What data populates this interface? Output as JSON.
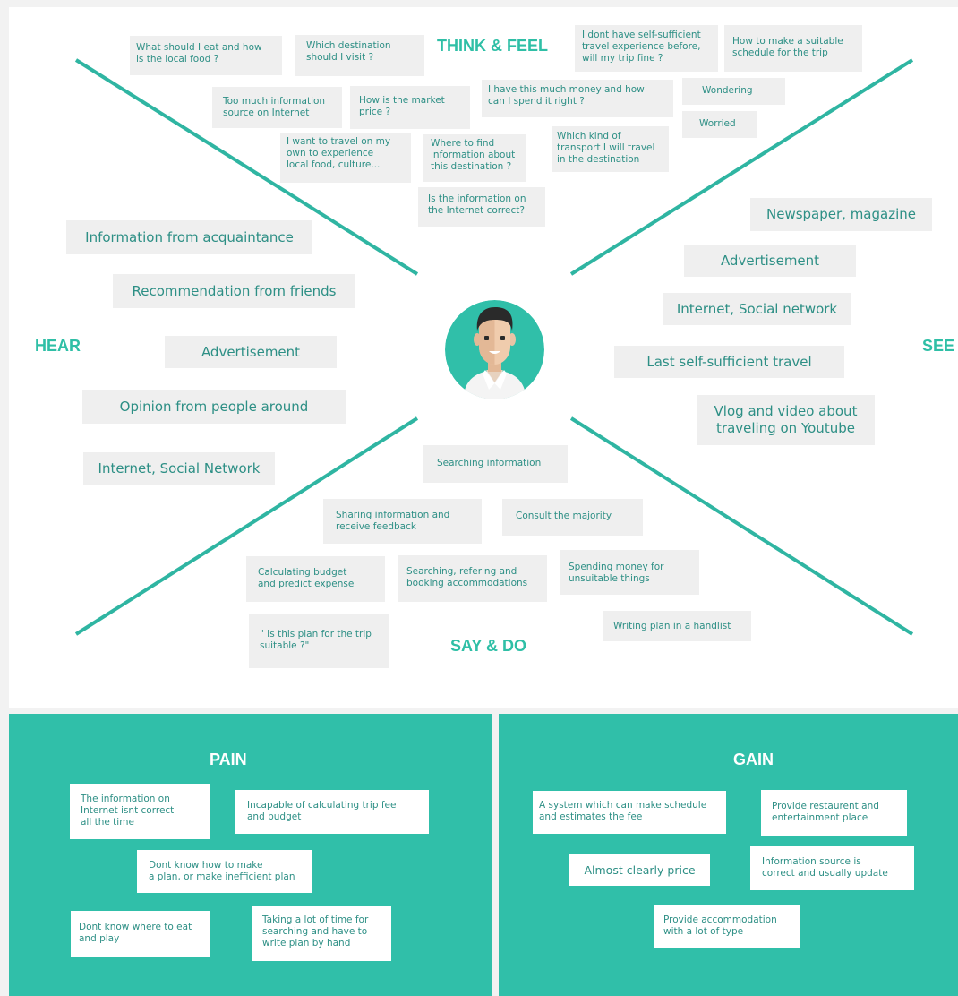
{
  "quadrants": {
    "think_feel": "THINK & FEEL",
    "hear": "HEAR",
    "see": "SEE",
    "say_do": "SAY & DO"
  },
  "think_feel_notes": [
    "What should I eat and how\nis the local food ?",
    "Which destination\nshould I visit ?",
    "I dont have self-sufficient\ntravel experience before,\nwill my trip fine ?",
    "How to make a suitable\nschedule for the trip",
    "Too much information\nsource on Internet",
    "How is the market\nprice ?",
    "I have this much money and how\ncan I spend it right ?",
    "Wondering",
    "Worried",
    "I want to travel on my\nown to experience\nlocal food, culture...",
    "Where to find\ninformation about\nthis destination ?",
    "Which kind of\ntransport I will travel\nin the destination",
    "Is the information on\nthe Internet correct?"
  ],
  "hear_notes": [
    "Information from acquaintance",
    "Recommendation from friends",
    "Advertisement",
    "Opinion from people around",
    "Internet, Social Network"
  ],
  "see_notes": [
    "Newspaper, magazine",
    "Advertisement",
    "Internet, Social network",
    "Last self-sufficient travel",
    "Vlog and video about\ntraveling on Youtube"
  ],
  "say_do_notes": [
    "Searching information",
    "Sharing information and\nreceive feedback",
    "Consult the majority",
    "Calculating budget\nand predict expense",
    "Searching, refering and\nbooking accommodations",
    "Spending money for\nunsuitable things",
    "Writing plan in a handlist",
    "\" Is this plan for the trip\nsuitable ?\""
  ],
  "pain": {
    "title": "PAIN",
    "items": [
      "The information on\nInternet isnt correct\nall the time",
      "Incapable of calculating trip fee\nand budget",
      "Dont know how to make\na plan, or make inefficient plan",
      "Dont know where to eat\nand play",
      "Taking a lot of time for\nsearching and have to\nwrite plan by hand"
    ]
  },
  "gain": {
    "title": "GAIN",
    "items": [
      "A system which can make schedule\nand estimates the fee",
      "Provide restaurent and\nentertainment place",
      "Almost clearly price",
      "Information source is\ncorrect and usually update",
      "Provide accommodation\nwith a lot of type"
    ]
  },
  "colors": {
    "teal": "#30bfa9",
    "line": "#2fb5a2",
    "note_bg": "#efefef",
    "text": "#2d8f85"
  },
  "avatar_icon": "person-avatar-icon"
}
